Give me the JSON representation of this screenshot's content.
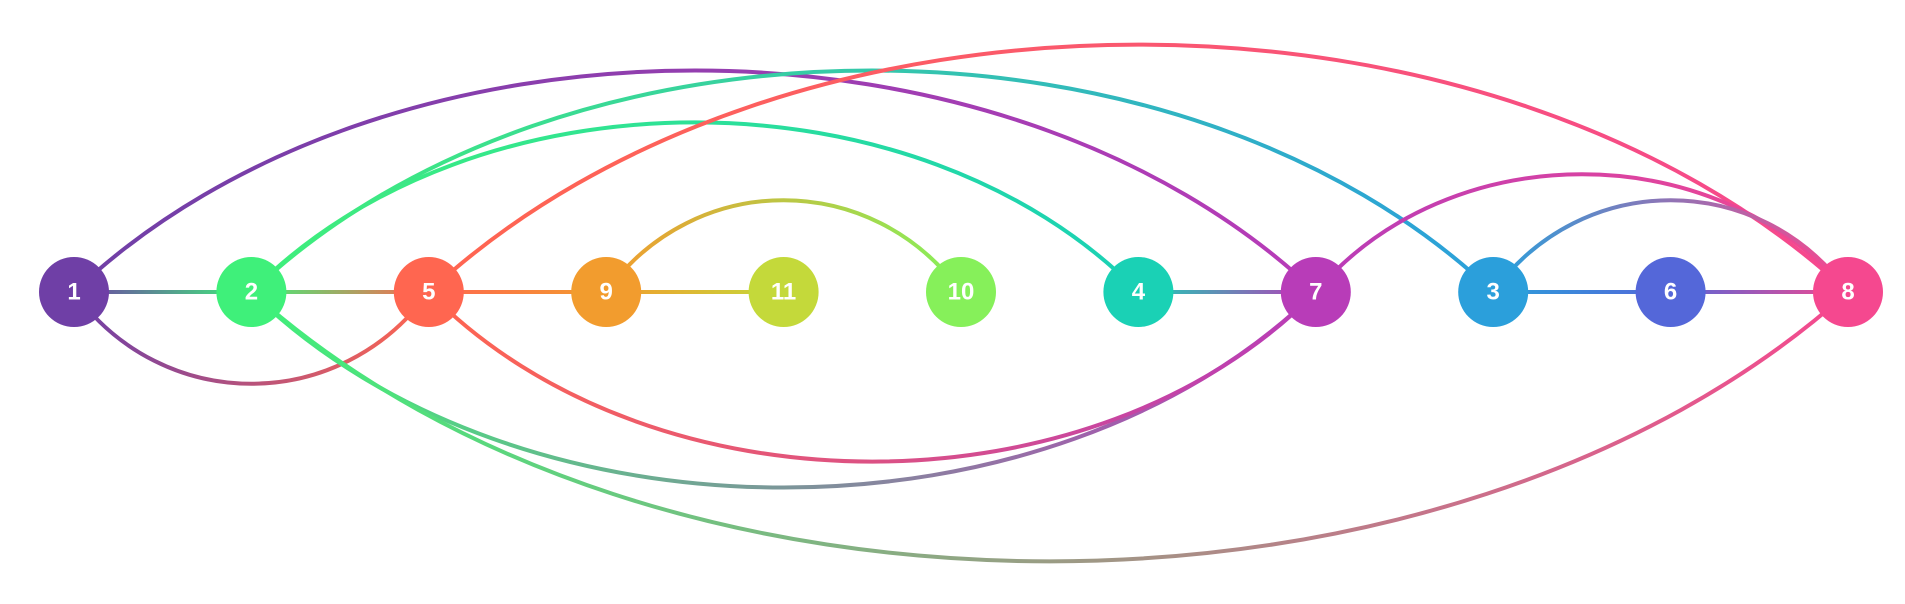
{
  "diagram": {
    "type": "arc-diagram",
    "nodes": [
      {
        "id": "1",
        "label": "1",
        "color": "#6f3fa6"
      },
      {
        "id": "2",
        "label": "2",
        "color": "#3ff07a"
      },
      {
        "id": "5",
        "label": "5",
        "color": "#ff6650"
      },
      {
        "id": "9",
        "label": "9",
        "color": "#f29c2e"
      },
      {
        "id": "11",
        "label": "11",
        "color": "#c4d93a"
      },
      {
        "id": "10",
        "label": "10",
        "color": "#86f05a"
      },
      {
        "id": "4",
        "label": "4",
        "color": "#1ad1b5"
      },
      {
        "id": "7",
        "label": "7",
        "color": "#b83cb8"
      },
      {
        "id": "3",
        "label": "3",
        "color": "#2b9fdb"
      },
      {
        "id": "6",
        "label": "6",
        "color": "#5467d9"
      },
      {
        "id": "8",
        "label": "8",
        "color": "#f5488f"
      }
    ],
    "edges": [
      {
        "source": "1",
        "target": "2"
      },
      {
        "source": "1",
        "target": "5"
      },
      {
        "source": "1",
        "target": "7"
      },
      {
        "source": "2",
        "target": "5"
      },
      {
        "source": "2",
        "target": "4"
      },
      {
        "source": "2",
        "target": "7"
      },
      {
        "source": "2",
        "target": "3"
      },
      {
        "source": "2",
        "target": "8"
      },
      {
        "source": "5",
        "target": "9"
      },
      {
        "source": "5",
        "target": "7"
      },
      {
        "source": "5",
        "target": "8"
      },
      {
        "source": "9",
        "target": "11"
      },
      {
        "source": "9",
        "target": "10"
      },
      {
        "source": "4",
        "target": "7"
      },
      {
        "source": "7",
        "target": "8"
      },
      {
        "source": "3",
        "target": "6"
      },
      {
        "source": "3",
        "target": "8"
      },
      {
        "source": "6",
        "target": "8"
      }
    ]
  }
}
